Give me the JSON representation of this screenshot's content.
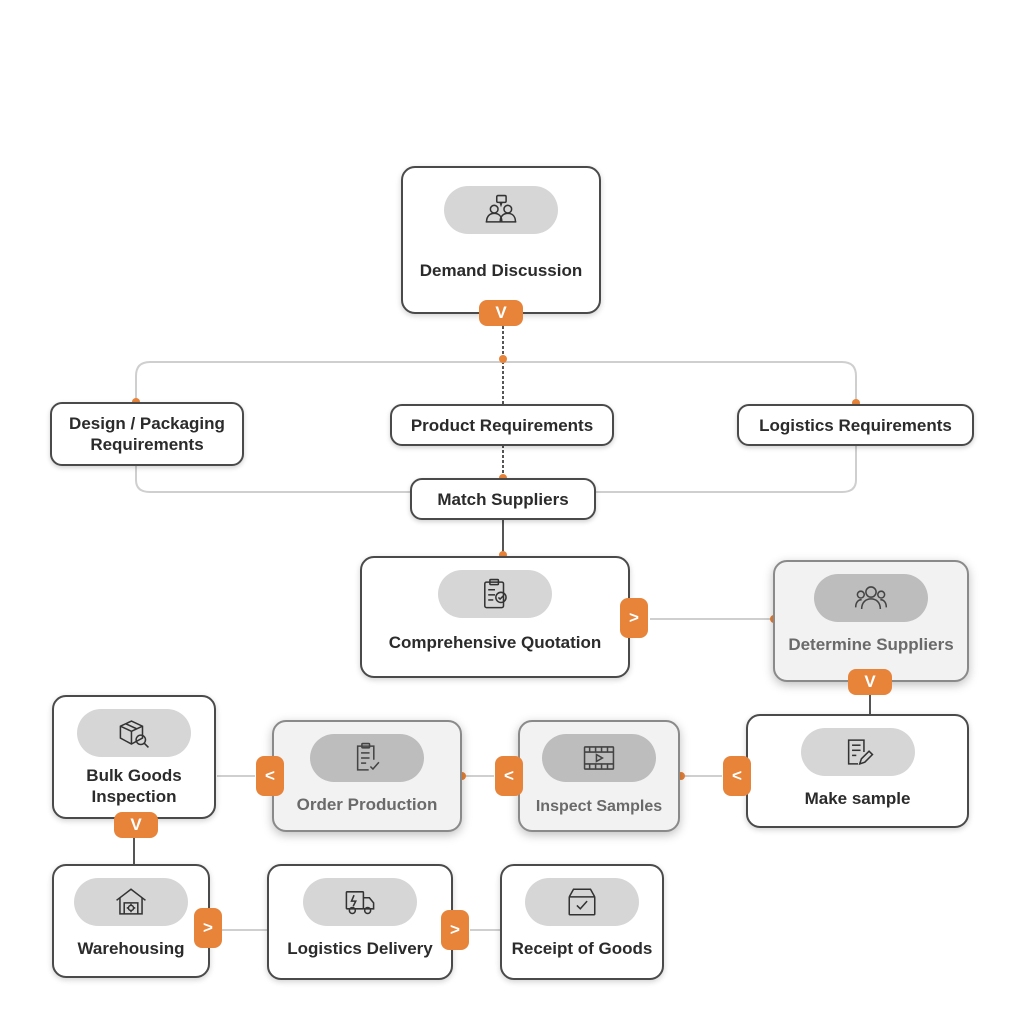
{
  "nodes": {
    "demand_discussion": "Demand Discussion",
    "comprehensive_quotation": "Comprehensive Quotation",
    "determine_suppliers": "Determine Suppliers",
    "make_sample": "Make sample",
    "inspect_samples": "Inspect Samples",
    "order_production": "Order Production",
    "bulk_goods_inspection": "Bulk Goods Inspection",
    "warehousing": "Warehousing",
    "logistics_delivery": "Logistics Delivery",
    "receipt_of_goods": "Receipt of Goods"
  },
  "tags": {
    "design_packaging": "Design / Packaging Requirements",
    "product_requirements": "Product Requirements",
    "logistics_requirements": "Logistics Requirements",
    "match_suppliers": "Match Suppliers"
  },
  "badges": {
    "down": "V",
    "right": ">",
    "left": "<"
  },
  "colors": {
    "accent": "#e8833a",
    "border": "#4a4a4a",
    "pill": "#d6d6d6"
  },
  "icons": {
    "demand_discussion": "people-discussion-icon",
    "comprehensive_quotation": "clipboard-check-icon",
    "determine_suppliers": "group-icon",
    "make_sample": "edit-document-icon",
    "inspect_samples": "video-film-icon",
    "order_production": "checklist-icon",
    "bulk_goods_inspection": "box-search-icon",
    "warehousing": "warehouse-icon",
    "logistics_delivery": "delivery-truck-icon",
    "receipt_of_goods": "box-check-icon"
  }
}
